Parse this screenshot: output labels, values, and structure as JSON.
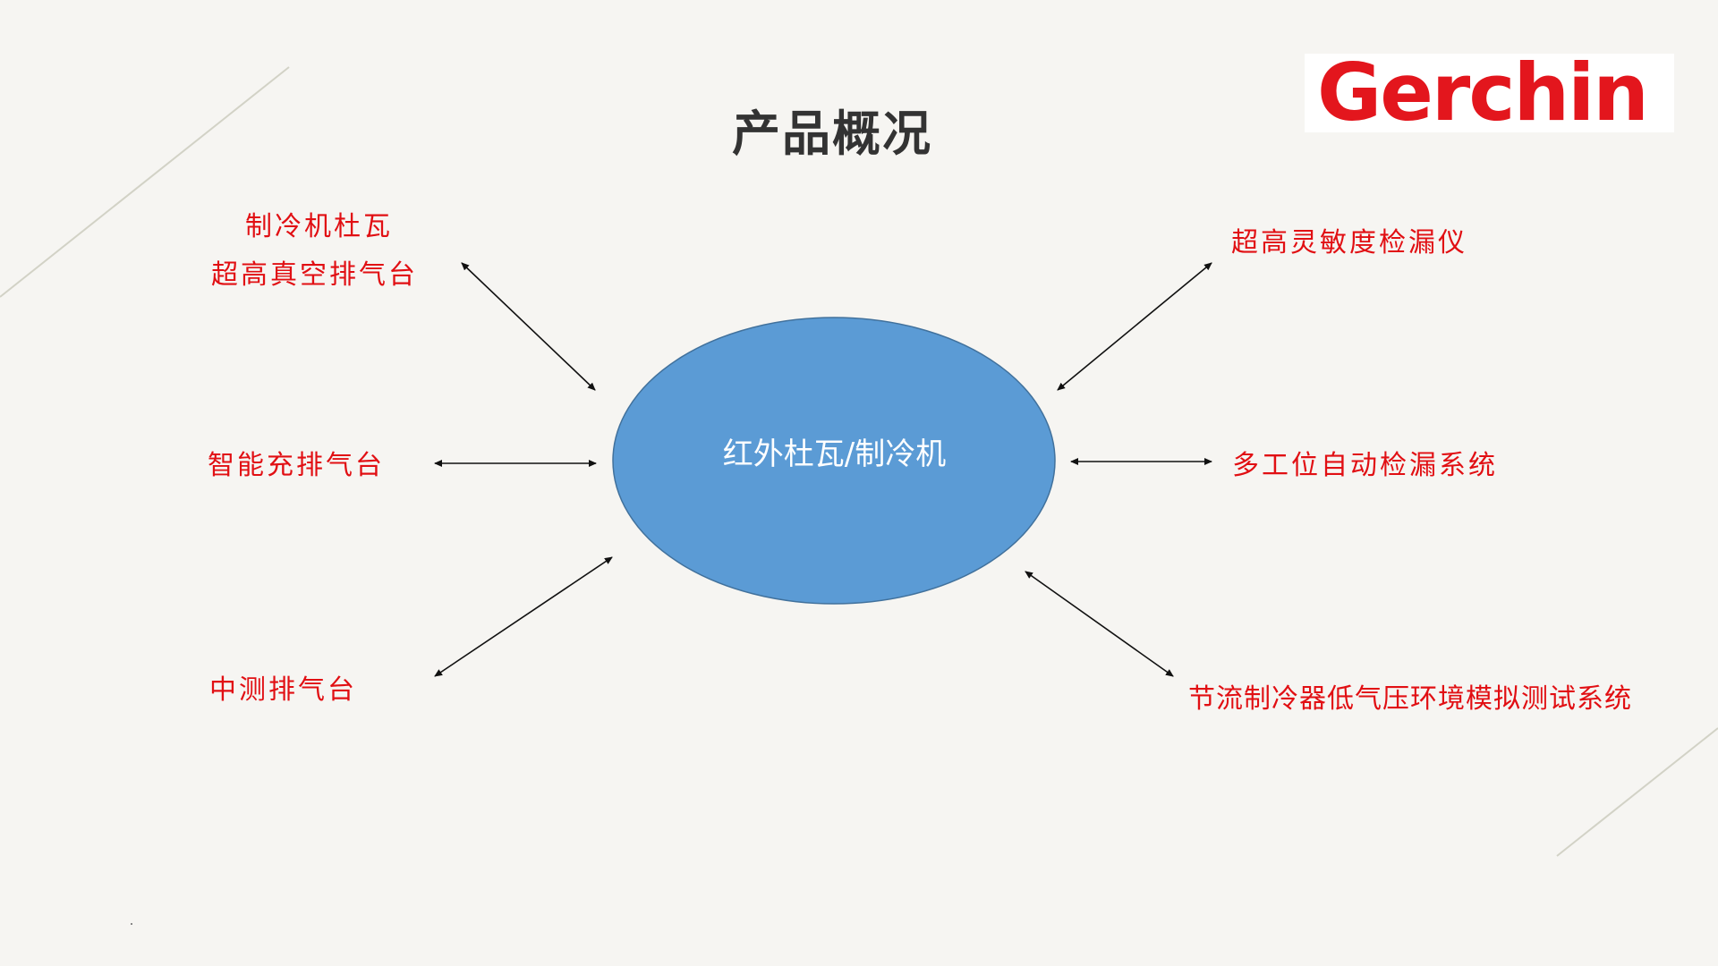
{
  "slide": {
    "title": "产品概况"
  },
  "logo": {
    "text": "Gerchin",
    "color": "#e3161d"
  },
  "center_node": {
    "label": "红外杜瓦/制冷机",
    "fill": "#5b9bd5",
    "stroke": "#41719c"
  },
  "nodes": {
    "top_left": {
      "line1": "制冷机杜瓦",
      "line2": "超高真空排气台"
    },
    "mid_left": "智能充排气台",
    "bottom_left": "中测排气台",
    "top_right": "超高灵敏度检漏仪",
    "mid_right": "多工位自动检漏系统",
    "bottom_right": "节流制冷器低气压环境模拟测试系统"
  },
  "colors": {
    "label_text": "#e10f13",
    "background": "#f6f5f2",
    "arrow": "#111111"
  }
}
